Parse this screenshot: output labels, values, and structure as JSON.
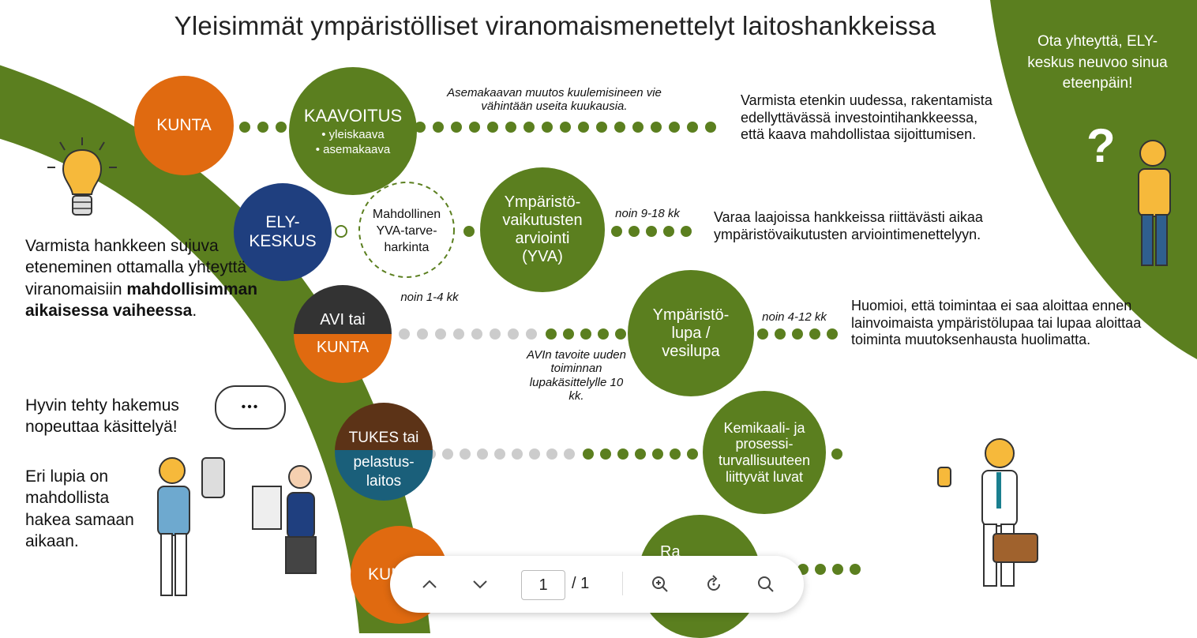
{
  "title": "Yleisimmät ympäristölliset viranomaismenettelyt laitoshankkeissa",
  "colors": {
    "green": "#5b7f1f",
    "orange": "#e06a10",
    "blue": "#1f3f7f",
    "dark": "#333333",
    "brown": "#5c3317",
    "teal": "#1a5f7a",
    "grey_dots": "#cccccc"
  },
  "corner": {
    "text": "Ota yhteyttä, ELY-keskus neuvoo sinua eteenpäin!"
  },
  "rows": {
    "kunta1": {
      "authority": "KUNTA",
      "procedure_title": "KAAVOITUS",
      "items": [
        "• yleiskaava",
        "• asemakaava"
      ],
      "note": "Asemakaavan muutos kuulemisineen vie vähintään useita kuukausia.",
      "description": "Varmista etenkin uudessa, rakentamista edellyttävässä investointihankkeessa, että kaava mahdollistaa sijoittumisen."
    },
    "ely": {
      "authority_line1": "ELY-",
      "authority_line2": "KESKUS",
      "screening": "Mahdollinen YVA-tarve-harkinta",
      "screening_time": "noin 1-4 kk",
      "procedure_title": "Ympäristö-vaikutusten arviointi (YVA)",
      "procedure_time": "noin 9-18 kk",
      "description": "Varaa laajoissa hankkeissa riittävästi aikaa ympäristövaikutusten arviointimenettelyyn."
    },
    "avi": {
      "authority_top": "AVI tai",
      "authority_bottom": "KUNTA",
      "note": "AVIn tavoite uuden toiminnan lupakäsittelylle 10 kk.",
      "procedure_title": "Ympäristö-lupa / vesilupa",
      "procedure_time": "noin 4-12 kk",
      "description": "Huomioi, että toimintaa ei saa aloittaa ennen lainvoimaista ympäristölupaa tai lupaa aloittaa toiminta muutoksenhausta huolimatta."
    },
    "tukes": {
      "authority_top": "TUKES tai",
      "authority_bottom": "pelastus-laitos",
      "procedure_title": "Kemikaali- ja prosessi-turvallisuuteen liittyvät luvat"
    },
    "kunta2": {
      "authority_partial": "KUN",
      "procedure_partial": "Ra"
    }
  },
  "left_text": {
    "p1_start": "Varmista hankkeen sujuva eteneminen ottamalla yhteyttä viranomaisiin",
    "p1_bold": "mahdollisimman aikaisessa vaiheessa",
    "p1_end": ".",
    "p2": "Hyvin tehty hakemus nopeuttaa käsittelyä!",
    "bubble": "•••",
    "p3": "Eri lupia on mahdollista hakea samaan aikaan."
  },
  "icons": [
    "lightbulb-icon",
    "question-mark-icon"
  ],
  "toolbar": {
    "current_page": "1",
    "page_total": "/ 1",
    "up_icon": "chevron-up-icon",
    "down_icon": "chevron-down-icon",
    "zoom_icon": "zoom-in-icon",
    "rotate_icon": "rotate-icon",
    "search_icon": "search-icon"
  }
}
